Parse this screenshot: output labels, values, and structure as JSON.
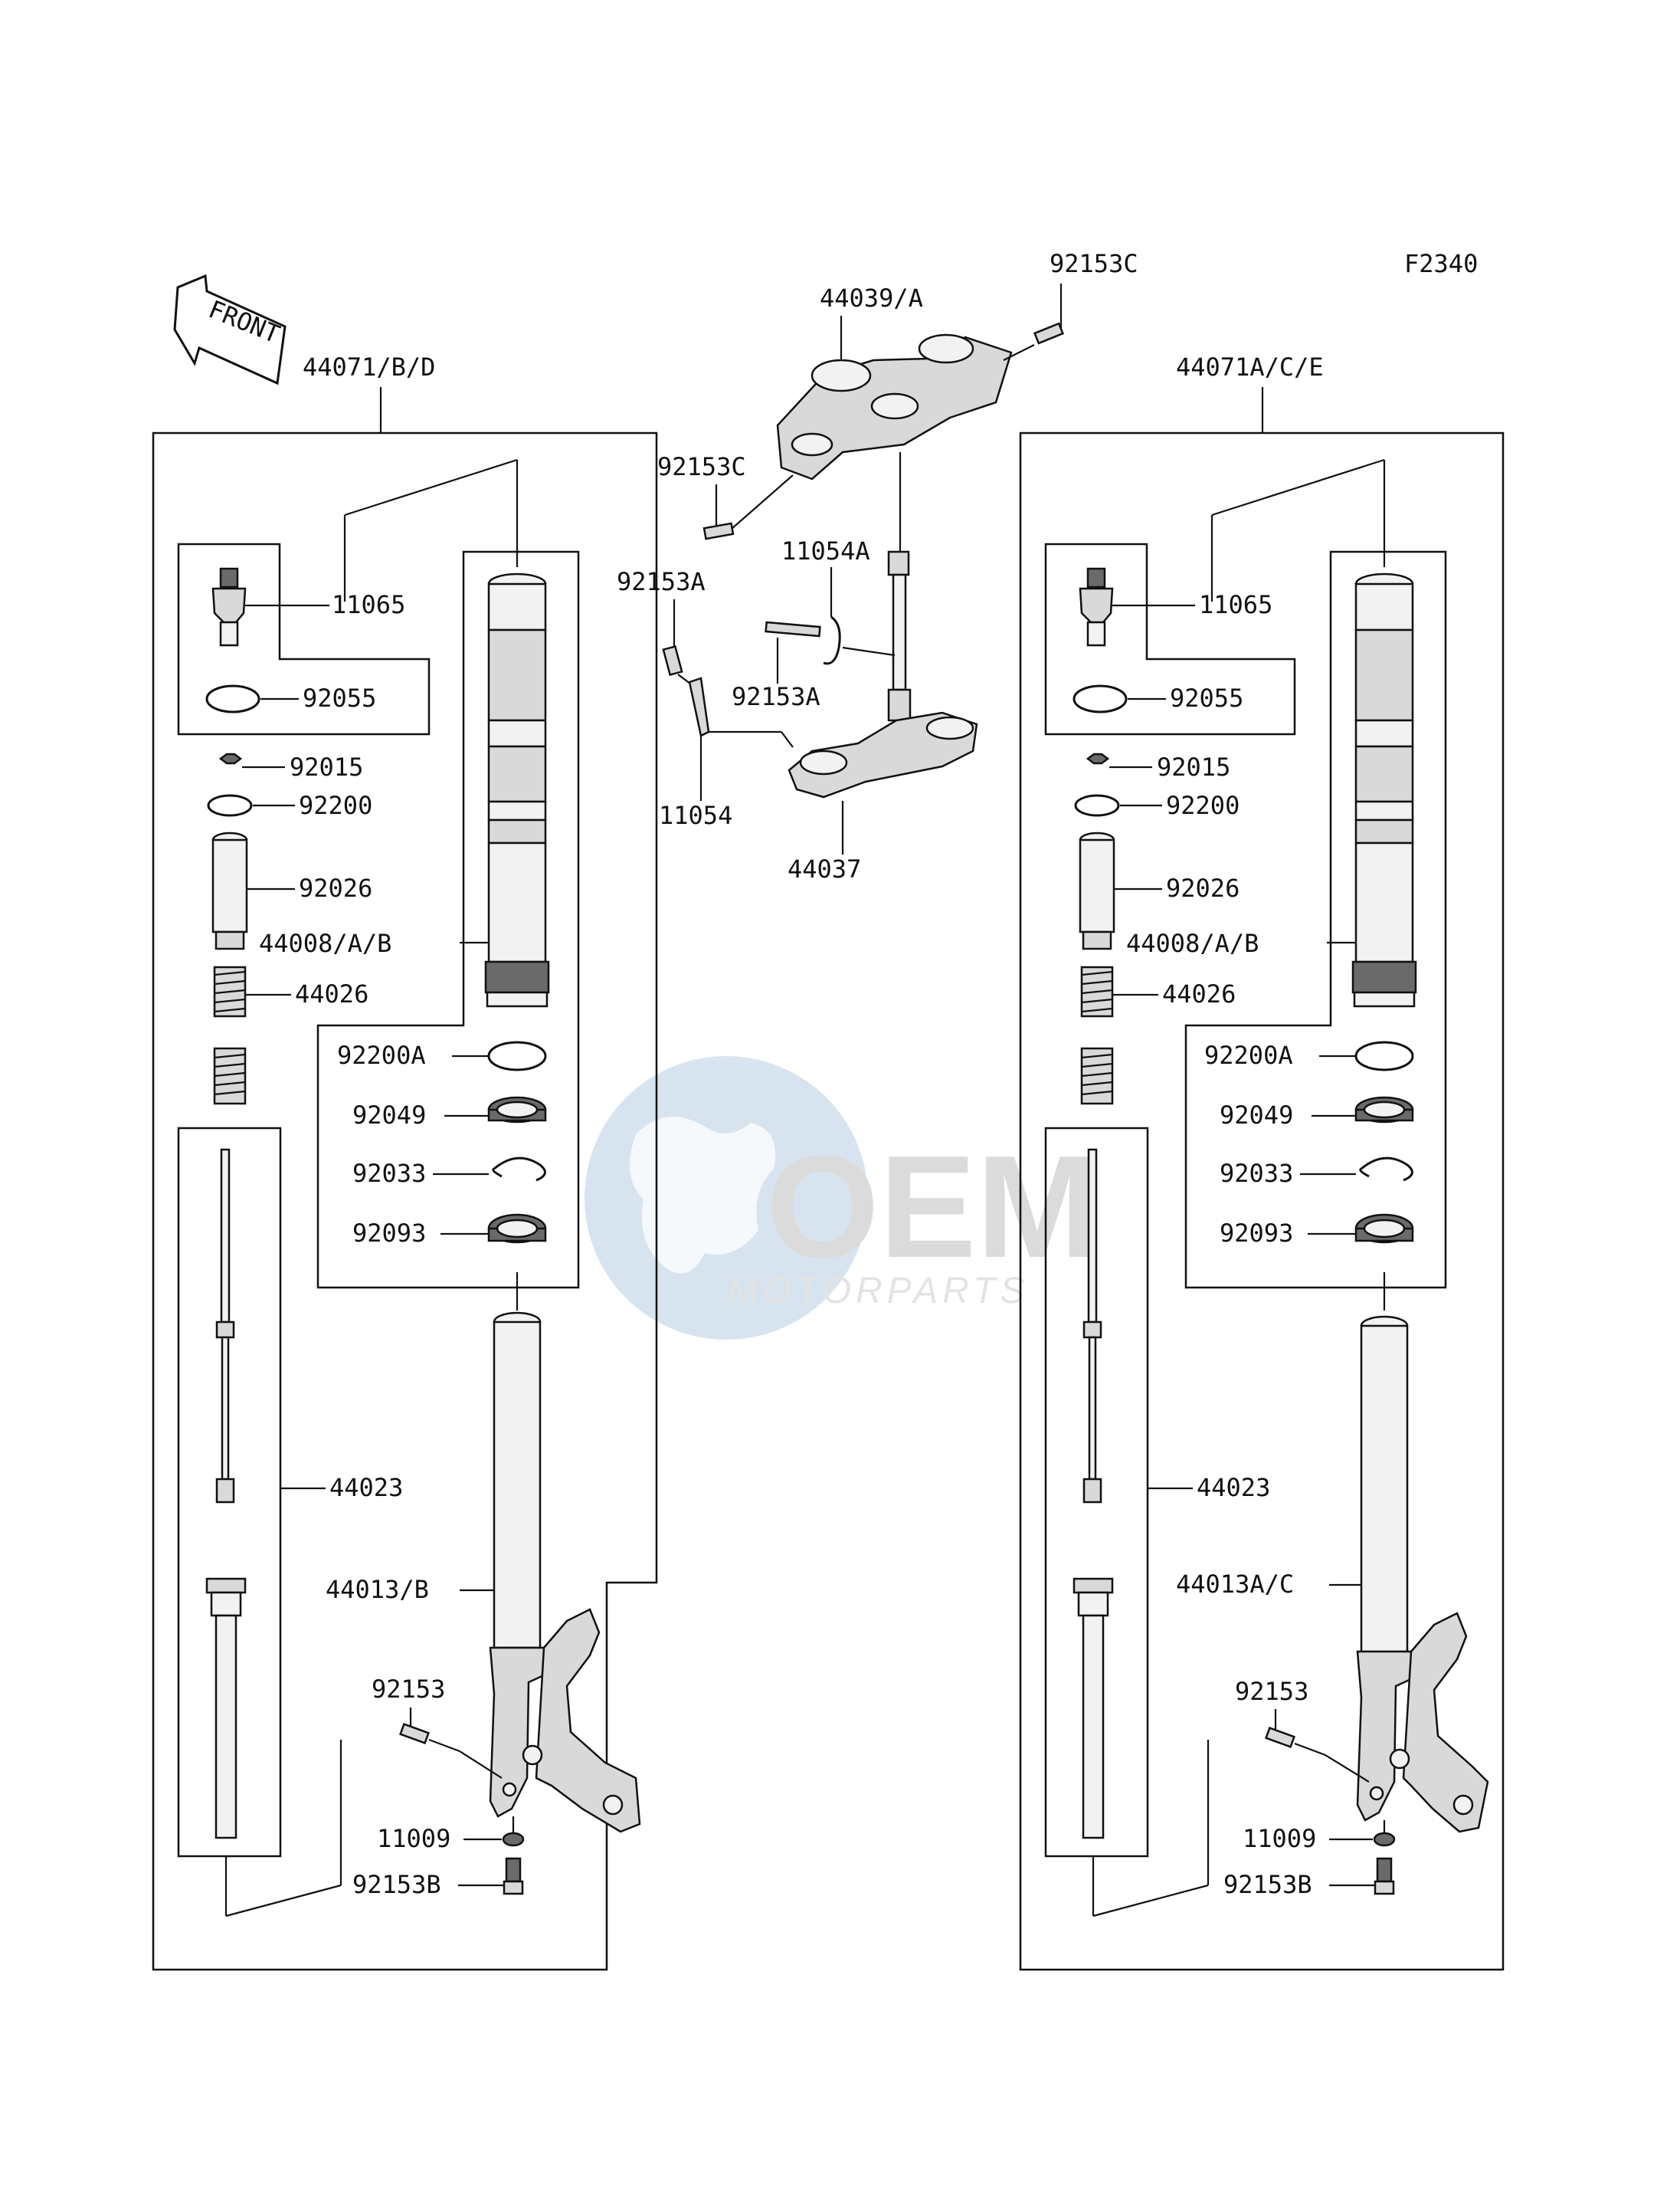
{
  "diagram_code": "F2340",
  "front_label": "FRONT",
  "watermark": {
    "brand": "OEM",
    "sub": "MOTORPARTS"
  },
  "top": {
    "upper_bracket": "44039/A",
    "bolt_right": "92153C",
    "bolt_left": "92153C",
    "clamp": "11054A",
    "bolt_a_left": "92153A",
    "bolt_a_mid": "92153A",
    "bracket": "11054",
    "stem": "44037"
  },
  "left": {
    "assembly": "44071/B/D",
    "cap_group": "11065",
    "oring": "92055",
    "nut": "92015",
    "washer": "92200",
    "spacer": "92026",
    "inner_tube": "44008/A/B",
    "spring": "44026",
    "washer_a": "92200A",
    "seal": "92049",
    "circlip": "92033",
    "dust_seal": "92093",
    "damper": "44023",
    "outer_tube": "44013/B",
    "bolt": "92153",
    "gasket": "11009",
    "bolt_b": "92153B"
  },
  "right": {
    "assembly": "44071A/C/E",
    "cap_group": "11065",
    "oring": "92055",
    "nut": "92015",
    "washer": "92200",
    "spacer": "92026",
    "inner_tube": "44008/A/B",
    "spring": "44026",
    "washer_a": "92200A",
    "seal": "92049",
    "circlip": "92033",
    "dust_seal": "92093",
    "damper": "44023",
    "outer_tube": "44013A/C",
    "bolt": "92153",
    "gasket": "11009",
    "bolt_b": "92153B"
  }
}
